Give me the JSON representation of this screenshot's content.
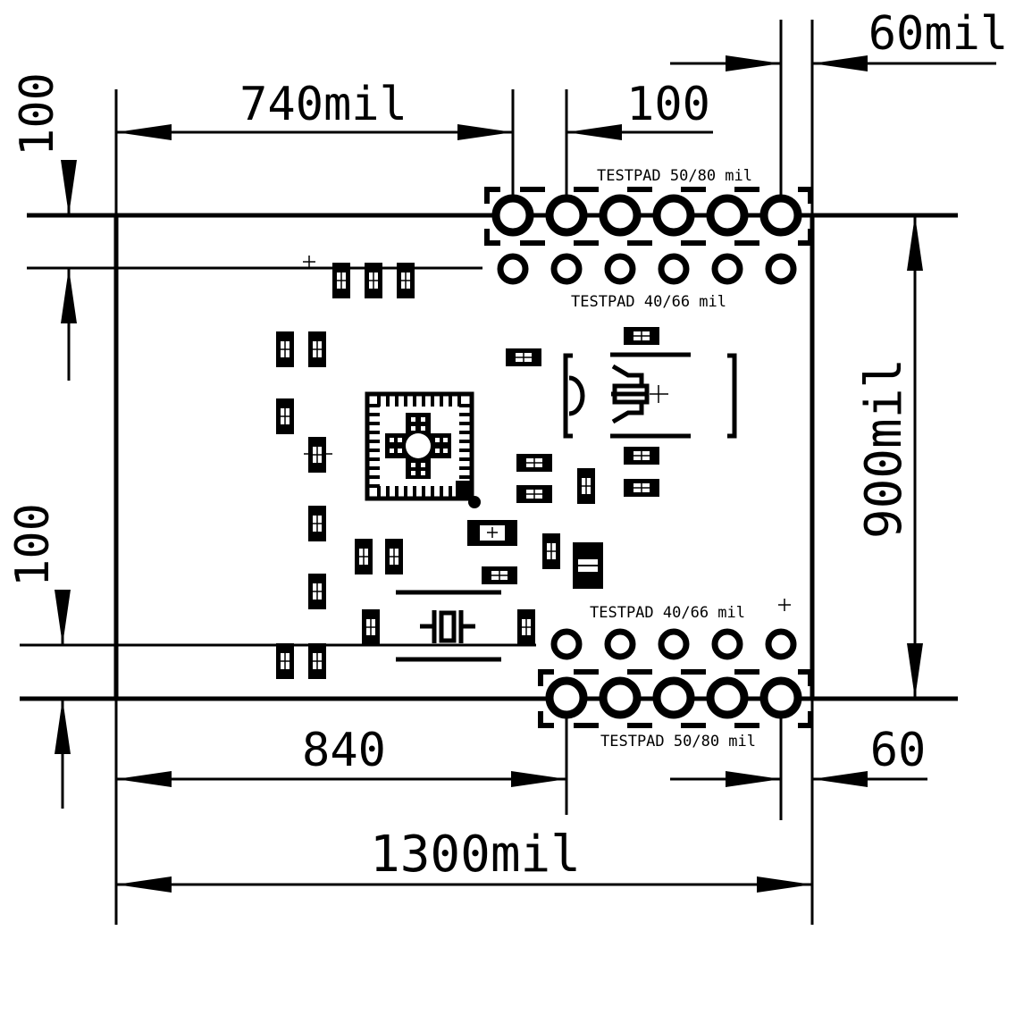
{
  "drawing": {
    "dimensions": {
      "top_left_width": "740mil",
      "top_pitch": "100",
      "top_edge_clearance": "60mil",
      "left_top_offset": "100",
      "left_bottom_offset": "100",
      "board_height": "900mil",
      "bottom_left_width": "840",
      "bottom_edge_clearance": "60",
      "board_width": "1300mil"
    },
    "labels": {
      "testpad_top_large": "TESTPAD 50/80 mil",
      "testpad_top_small": "TESTPAD 40/66 mil",
      "testpad_bottom_small": "TESTPAD 40/66 mil",
      "testpad_bottom_large": "TESTPAD 50/80 mil"
    }
  },
  "colors": {
    "ink": "#000000",
    "paper": "#ffffff"
  }
}
